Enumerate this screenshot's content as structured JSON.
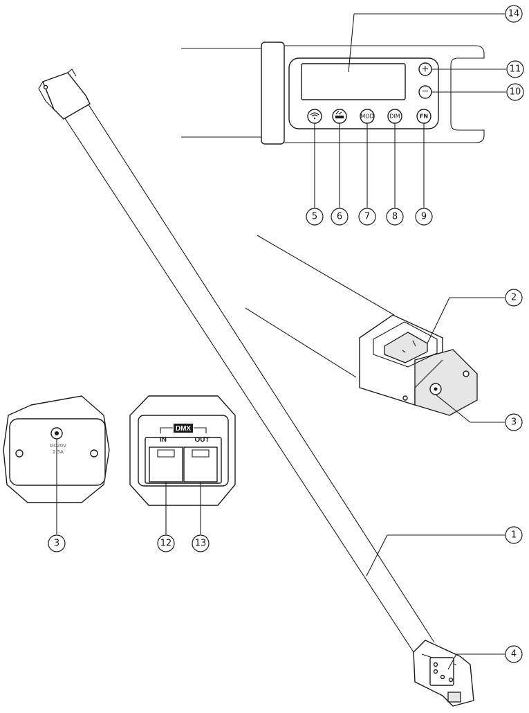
{
  "callouts": {
    "c1": "1",
    "c2": "2",
    "c3a": "3",
    "c3b": "3",
    "c4": "4",
    "c5": "5",
    "c6": "6",
    "c7": "7",
    "c8": "8",
    "c9": "9",
    "c10": "10",
    "c11": "11",
    "c12": "12",
    "c13": "13",
    "c14": "14"
  },
  "control_panel": {
    "plus_label": "+",
    "minus_label": "−",
    "mod_label": "MOD",
    "dim_label": "DIM",
    "fn_label": "FN"
  },
  "power_plate": {
    "line1": "DC20V",
    "line2": "2.5A"
  },
  "dmx_plate": {
    "title": "DMX",
    "in_label": "IN",
    "out_label": "OUT"
  },
  "icons": [
    "wifi-icon",
    "color-temp-icon",
    "power-switch-icon",
    "dc-jack-icon",
    "rj45-port-icon"
  ]
}
